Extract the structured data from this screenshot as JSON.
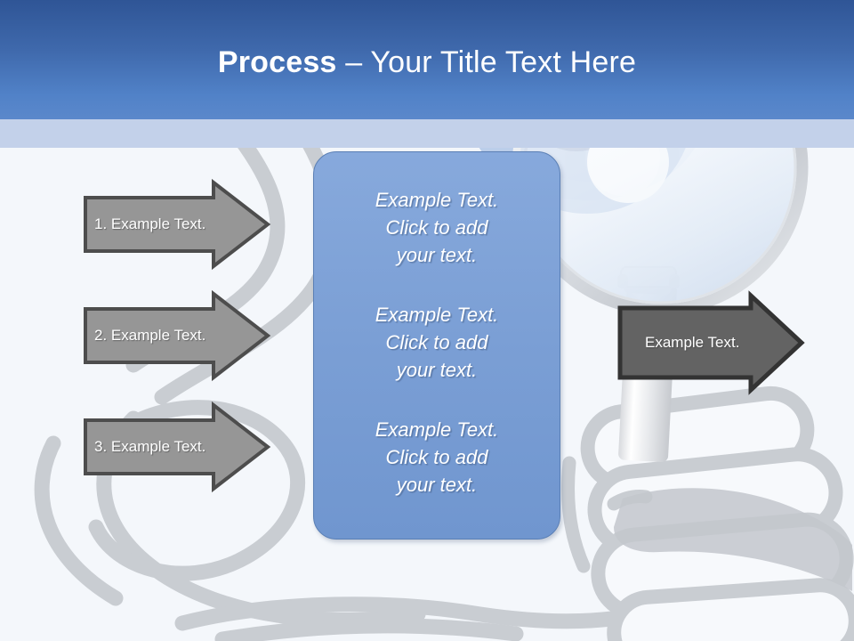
{
  "slide": {
    "title_bold": "Process",
    "title_rest": " – Your Title Text Here",
    "background_color": "#f4f7fb",
    "header_color": "#3f69ac",
    "header_underband_color": "#c3d1ea"
  },
  "input_arrows": [
    {
      "label": "1. Example Text.",
      "fill": "#969696",
      "stroke": "#4d4d4d",
      "text_color": "#ffffff"
    },
    {
      "label": "2. Example Text.",
      "fill": "#969696",
      "stroke": "#4d4d4d",
      "text_color": "#ffffff"
    },
    {
      "label": "3. Example Text.",
      "fill": "#969696",
      "stroke": "#4d4d4d",
      "text_color": "#ffffff"
    }
  ],
  "output_arrow": {
    "label": "Example Text.",
    "fill": "#636363",
    "stroke": "#333333",
    "text_color": "#ffffff"
  },
  "center_panel": {
    "fill": "#7b9fd5",
    "stroke": "#5a7fb5",
    "text_color": "#ffffff",
    "blocks": [
      {
        "line1": "Example Text.",
        "line2": "Click  to add",
        "line3": "your text."
      },
      {
        "line1": "Example Text.",
        "line2": "Click  to add",
        "line3": "your text."
      },
      {
        "line1": "Example Text.",
        "line2": "Click  to add",
        "line3": "your text."
      }
    ]
  },
  "background_art": {
    "description": "magnifying-glass-held-in-cartoon-hand watermark",
    "line_color": "#c9cdd2",
    "lens_rim_color": "#d5d8dc",
    "eye_blue": "#aec3e4"
  }
}
